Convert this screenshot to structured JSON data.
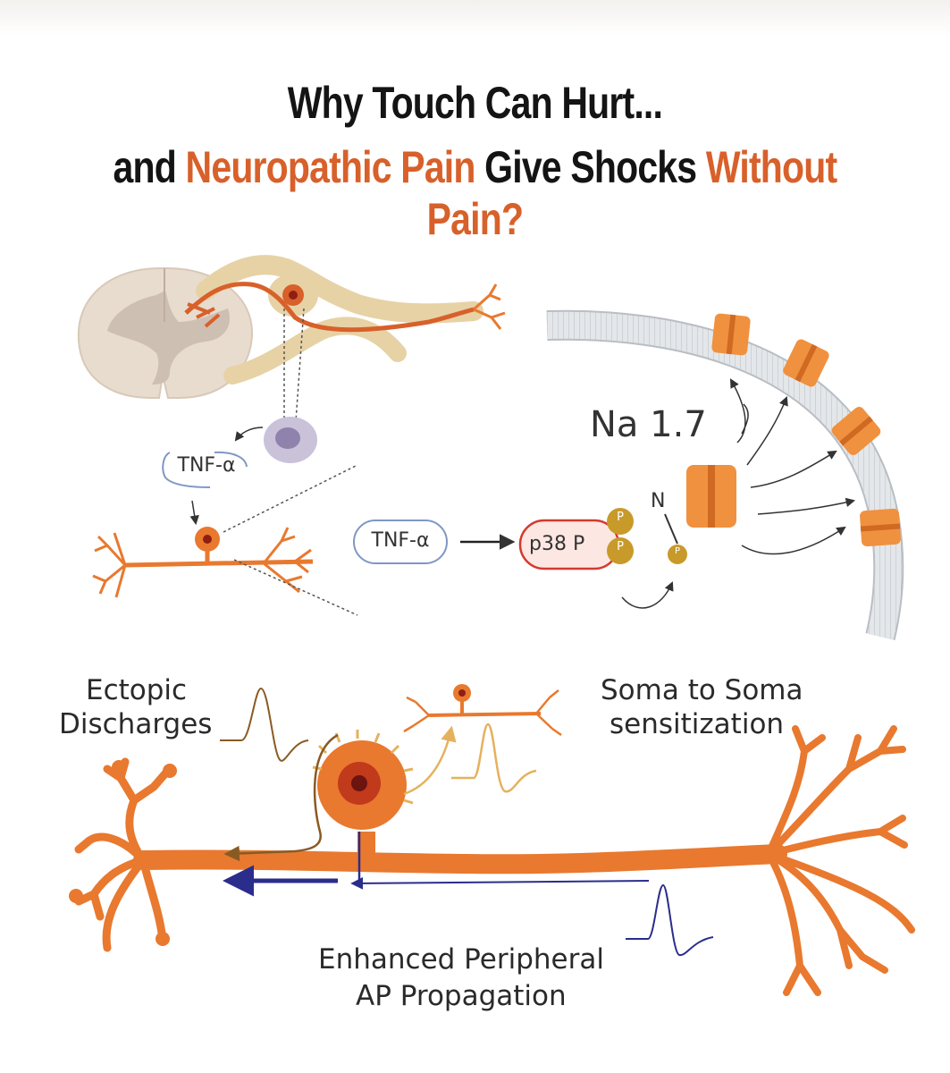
{
  "title": {
    "line1": "Why Touch Can Hurt...",
    "line2_part1": "and ",
    "line2_accent1": "Neuropathic Pain",
    "line2_part2": " Give Shocks ",
    "line2_accent2": "Without Pain?"
  },
  "labels": {
    "tnf_upper": "TNF-α",
    "tnf_middle": "TNF-α",
    "p38": "p38 P",
    "phospho_p": "P",
    "na_channel": "Na 1.7",
    "n_terminal": "N",
    "ectopic_line1": "Ectopic",
    "ectopic_line2": "Discharges",
    "soma_line1": "Soma to Soma",
    "soma_line2": "sensitization",
    "enhanced_line1": "Enhanced Peripheral",
    "enhanced_line2": "AP Propagation"
  },
  "colors": {
    "accent_orange": "#d8602a",
    "neuron_orange": "#e8792f",
    "channel_orange": "#f0913f",
    "spinal_tan": "#e8dccf",
    "membrane_gray": "#d9dde1",
    "ap_blue": "#2b2d8c",
    "ap_brown": "#8a5a23",
    "ap_gold": "#e6b15e",
    "p_gold": "#c89a2a"
  }
}
